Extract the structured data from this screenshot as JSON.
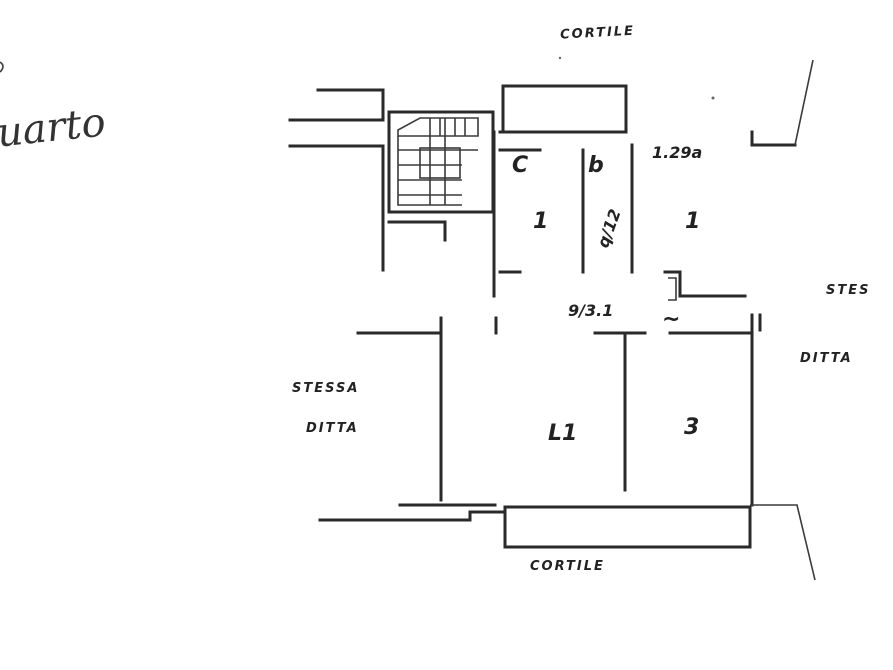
{
  "labels": {
    "top_courtyard": "CORTILE",
    "bottom_courtyard": "CORTILE",
    "left_street_1": "STESSA",
    "left_street_2": "DITTA",
    "right_street_1": "STES",
    "right_street_2": "DITTA",
    "corner_note": "uarto"
  },
  "rooms": {
    "c": "C",
    "b": "b",
    "r1": "1",
    "r_mid": "q/12",
    "r_top_right_area": "1.29a",
    "r_top_right": "1",
    "hall": "9/3.1",
    "r_bottom_left": "L1",
    "r_bottom_right": "3",
    "tilde": "~"
  }
}
